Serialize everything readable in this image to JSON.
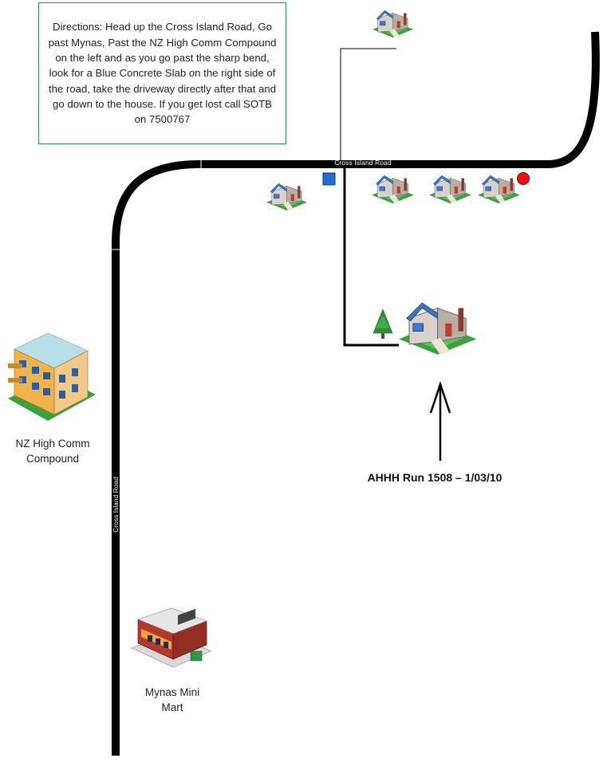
{
  "directions": {
    "text": "Directions: Head up the Cross Island Road, Go past Mynas, Past the NZ High Comm Compound on the left and as you go past the sharp bend, look for a Blue Concrete Slab on the right side of the road, take the driveway directly after that and go down to the house. If you get lost call SOTB on 7500767"
  },
  "roads": {
    "horizontal_label": "Cross Island Road",
    "vertical_label": "Cross Island Road"
  },
  "places": {
    "nz_high_comm": {
      "label_line1": "NZ High Comm",
      "label_line2": "Compound"
    },
    "mynas_mart": {
      "label_line1": "Mynas Mini",
      "label_line2": "Mart"
    }
  },
  "caption": "AHHH Run 1508 – 1/03/10",
  "markers": {
    "blue_slab_color": "#1f6fd1",
    "red_dot_color": "#ee1111"
  },
  "icons": {
    "small_house": "house-icon",
    "destination_house": "house-icon",
    "tree": "pine-tree-icon",
    "apartment": "apartment-building-icon",
    "shop": "shop-icon",
    "arrow": "up-arrow-icon"
  }
}
